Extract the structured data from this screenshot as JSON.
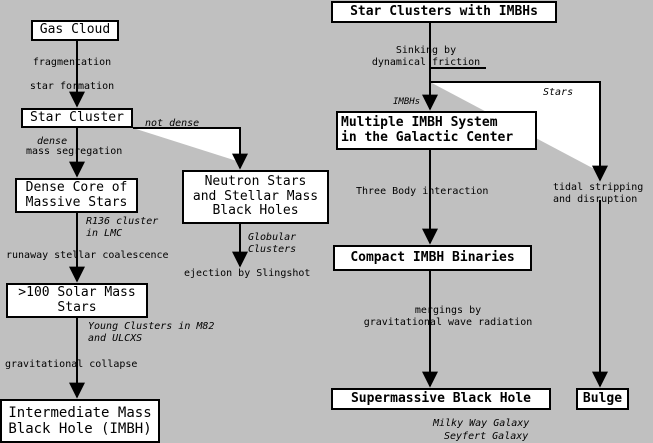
{
  "boxes": {
    "gas_cloud": "Gas Cloud",
    "star_cluster": "Star Cluster",
    "dense_core": "Dense Core of\nMassive Stars",
    "neutron_stars": "Neutron Stars\nand Stellar Mass\nBlack Holes",
    "solar_mass_stars": ">100 Solar Mass\nStars",
    "imbh": "Intermediate Mass\nBlack Hole (IMBH)",
    "star_clusters_imbhs": "Star Clusters with IMBHs",
    "multiple_imbh": "Multiple IMBH System\nin the Galactic Center",
    "compact_binaries": "Compact IMBH Binaries",
    "smbh": "Supermassive Black Hole",
    "bulge": "Bulge"
  },
  "labels": {
    "fragmentation": "fragmentation",
    "star_formation": "star formation",
    "not_dense": "not dense",
    "dense": "dense",
    "mass_segregation": "mass segregation",
    "r136": "R136 cluster\nin LMC",
    "runaway": "runaway stellar coalescence",
    "globular": "Globular\nClusters",
    "ejection": "ejection by Slingshot",
    "young_clusters": "Young Clusters in M82\nand ULCXS",
    "grav_collapse": "gravitational collapse",
    "sinking": "Sinking by\ndynamical friction",
    "imbhs": "IMBHs",
    "stars": "Stars",
    "three_body": "Three Body interaction",
    "tidal": "tidal stripping\nand disruption",
    "mergings": "mergings by\ngravitational wave radiation",
    "milky_way": "Milky Way Galaxy",
    "seyfert": "Seyfert Galaxy"
  }
}
